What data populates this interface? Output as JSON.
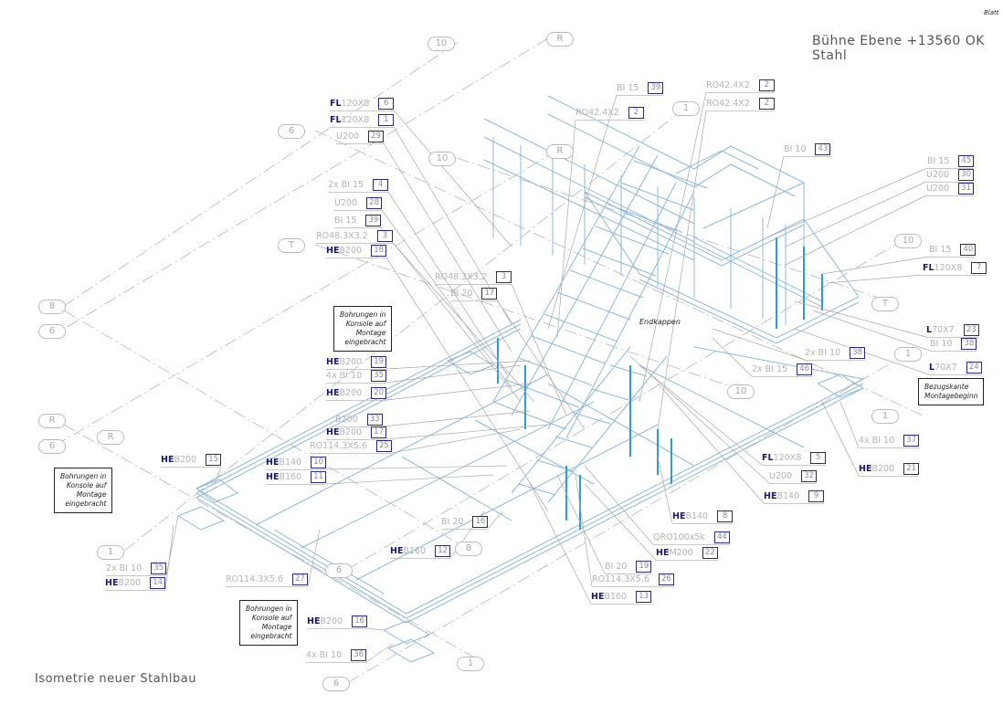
{
  "header": {
    "title": "Bühne Ebene +13560 OK Stahl",
    "sheet_label": "Blatt"
  },
  "footer": {
    "caption": "Isometrie neuer Stahlbau"
  },
  "annotations": {
    "endkappen": "Endkappen",
    "bezugskante": "Bezugskante\nMontagebeginn",
    "bohrungen": "Bohrungen in\nKonsole auf\nMontage\neingebracht"
  },
  "colors": {
    "steel": "#8fb8d8",
    "highlight": "#2a9ed0",
    "label_bold": "#1a1a6a",
    "grid": "#b0b0b0"
  },
  "part_labels": [
    {
      "prefix": "FL",
      "text": "120X8",
      "num": "6"
    },
    {
      "prefix": "FL",
      "text": "120X8",
      "num": "1"
    },
    {
      "prefix": "",
      "text": "U200",
      "num": "29"
    },
    {
      "prefix": "",
      "text": "2x BI 15",
      "num": "4"
    },
    {
      "prefix": "",
      "text": "U200",
      "num": "28"
    },
    {
      "prefix": "",
      "text": "BI 15",
      "num": "39"
    },
    {
      "prefix": "",
      "text": "RO48.3X3.2",
      "num": "3"
    },
    {
      "prefix": "HE",
      "text": "B200",
      "num": "18"
    },
    {
      "prefix": "",
      "text": "RO48.3X3.2",
      "num": "3"
    },
    {
      "prefix": "",
      "text": "BI 20",
      "num": "17"
    },
    {
      "prefix": "",
      "text": "BI 15",
      "num": "39"
    },
    {
      "prefix": "",
      "text": "RO42.4X2",
      "num": "2"
    },
    {
      "prefix": "",
      "text": "RO42.4X2",
      "num": "2"
    },
    {
      "prefix": "",
      "text": "RO42.4X2",
      "num": "2"
    },
    {
      "prefix": "",
      "text": "BI 10",
      "num": "43"
    },
    {
      "prefix": "",
      "text": "BI 15",
      "num": "45"
    },
    {
      "prefix": "",
      "text": "U200",
      "num": "30"
    },
    {
      "prefix": "",
      "text": "U200",
      "num": "31"
    },
    {
      "prefix": "",
      "text": "BI 15",
      "num": "40"
    },
    {
      "prefix": "FL",
      "text": "120X8",
      "num": "7"
    },
    {
      "prefix": "L",
      "text": "70X7",
      "num": "23"
    },
    {
      "prefix": "",
      "text": "BI 10",
      "num": "38"
    },
    {
      "prefix": "L",
      "text": "70X7",
      "num": "24"
    },
    {
      "prefix": "",
      "text": "2x BI 10",
      "num": "38"
    },
    {
      "prefix": "",
      "text": "2x BI 15",
      "num": "46"
    },
    {
      "prefix": "HE",
      "text": "B200",
      "num": "19"
    },
    {
      "prefix": "",
      "text": "4x BI 10",
      "num": "35"
    },
    {
      "prefix": "HE",
      "text": "B200",
      "num": "20"
    },
    {
      "prefix": "",
      "text": "B200",
      "num": "33"
    },
    {
      "prefix": "HE",
      "text": "B200",
      "num": "17"
    },
    {
      "prefix": "",
      "text": "RO114.3X5.6",
      "num": "25"
    },
    {
      "prefix": "HE",
      "text": "B140",
      "num": "10"
    },
    {
      "prefix": "HE",
      "text": "B160",
      "num": "11"
    },
    {
      "prefix": "HE",
      "text": "B200",
      "num": "15"
    },
    {
      "prefix": "",
      "text": "2x BI 10",
      "num": "35"
    },
    {
      "prefix": "HE",
      "text": "B200",
      "num": "14"
    },
    {
      "prefix": "",
      "text": "RO114.3X5.6",
      "num": "27"
    },
    {
      "prefix": "",
      "text": "BI 20",
      "num": "16"
    },
    {
      "prefix": "HE",
      "text": "B160",
      "num": "12"
    },
    {
      "prefix": "HE",
      "text": "B200",
      "num": "16"
    },
    {
      "prefix": "",
      "text": "4x BI 10",
      "num": "36"
    },
    {
      "prefix": "FL",
      "text": "120X8",
      "num": "5"
    },
    {
      "prefix": "",
      "text": "U200",
      "num": "32"
    },
    {
      "prefix": "HE",
      "text": "B140",
      "num": "9"
    },
    {
      "prefix": "HE",
      "text": "B140",
      "num": "8"
    },
    {
      "prefix": "",
      "text": "QRO100x5k",
      "num": "44"
    },
    {
      "prefix": "HE",
      "text": "M200",
      "num": "22"
    },
    {
      "prefix": "",
      "text": "BI 20",
      "num": "19"
    },
    {
      "prefix": "",
      "text": "RO114.3X5.6",
      "num": "26"
    },
    {
      "prefix": "HE",
      "text": "B160",
      "num": "13"
    },
    {
      "prefix": "",
      "text": "4x BI 10",
      "num": "37"
    },
    {
      "prefix": "HE",
      "text": "B200",
      "num": "21"
    }
  ],
  "grid_bubbles": [
    "10",
    "R",
    "6",
    "10",
    "R",
    "1",
    "T",
    "8",
    "6",
    "R",
    "6",
    "R",
    "1",
    "T",
    "10",
    "1",
    "10",
    "8",
    "6",
    "1",
    "6",
    "1"
  ]
}
